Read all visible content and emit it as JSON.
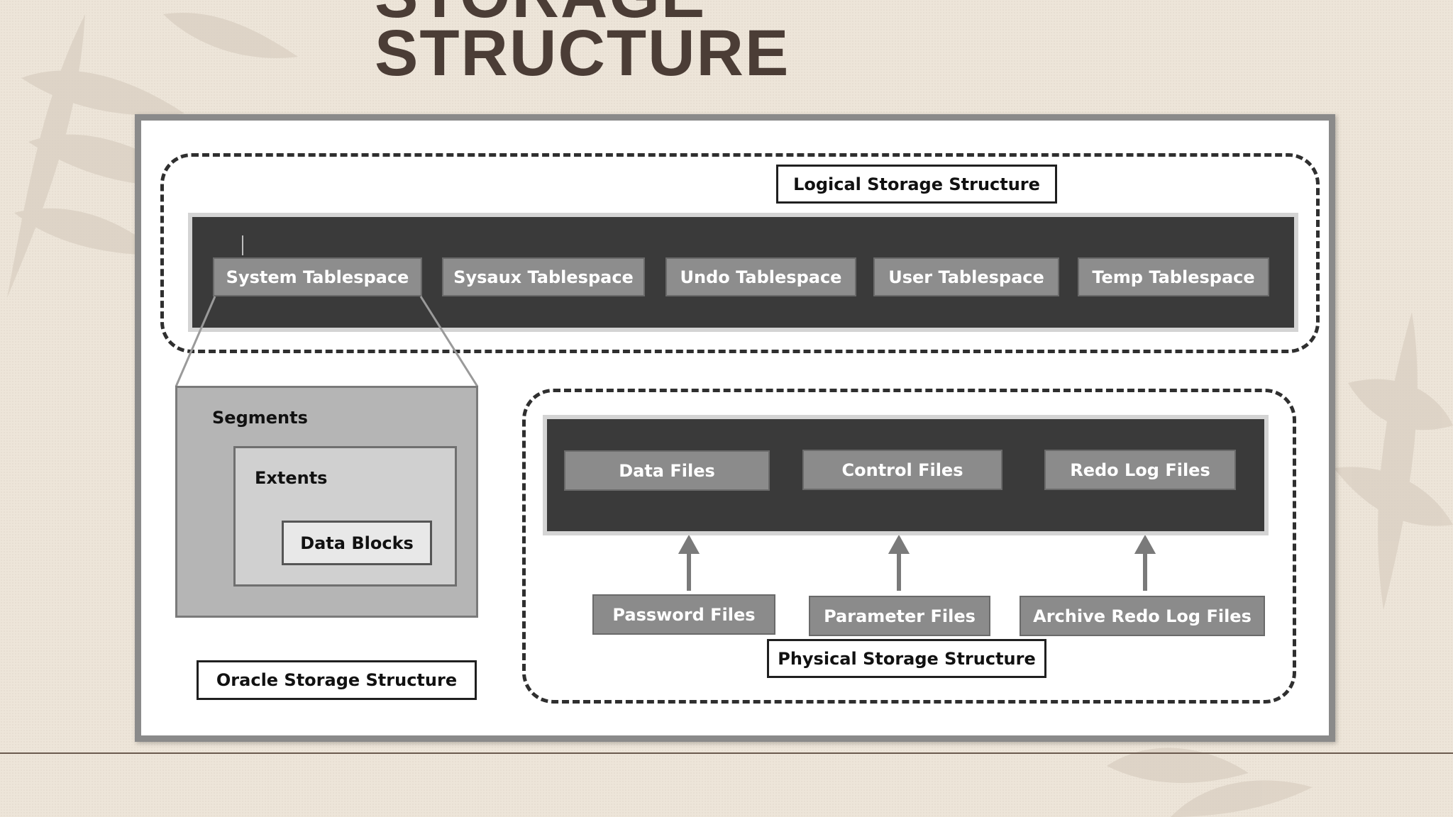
{
  "slide": {
    "title_line1": "STORAGE",
    "title_line2": "STRUCTURE"
  },
  "diagram": {
    "logical_label": "Logical Storage Structure",
    "tablespaces": [
      "System Tablespace",
      "Sysaux Tablespace",
      "Undo Tablespace",
      "User Tablespace",
      "Temp Tablespace"
    ],
    "segments_label": "Segments",
    "extents_label": "Extents",
    "data_blocks_label": "Data Blocks",
    "oracle_label": "Oracle Storage Structure",
    "physical_files": [
      "Data Files",
      "Control Files",
      "Redo Log Files"
    ],
    "support_files": [
      "Password Files",
      "Parameter Files",
      "Archive Redo Log Files"
    ],
    "physical_label": "Physical Storage Structure"
  },
  "colors": {
    "title": "#4b3d36",
    "background": "#ede5d9",
    "dark_band": "#3a3a3a",
    "box_gray": "#8d8d8d"
  }
}
